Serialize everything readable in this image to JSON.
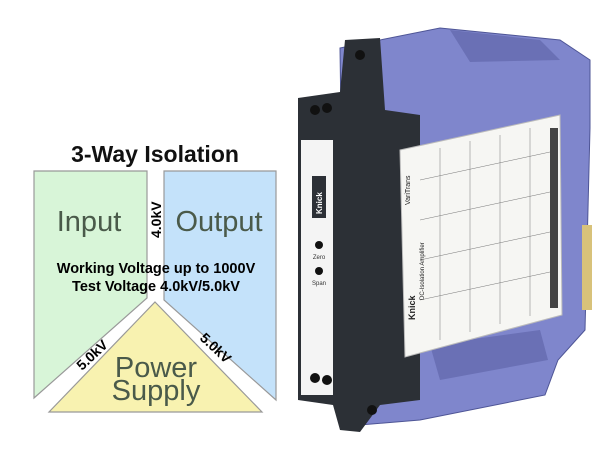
{
  "diagram": {
    "title": "3-Way Isolation",
    "blocks": {
      "input": {
        "label": "Input",
        "color": "#d8f5d8"
      },
      "output": {
        "label": "Output",
        "color": "#c4e2fa"
      },
      "power_supply": {
        "label_line1": "Power",
        "label_line2": "Supply",
        "color": "#f8f2b0"
      }
    },
    "isolation_labels": {
      "input_output": "4.0kV",
      "input_power": "5.0kV",
      "output_power": "5.0kV"
    },
    "specs": {
      "line1": "Working Voltage up to 1000V",
      "line2": "Test Voltage 4.0kV/5.0kV"
    }
  },
  "product": {
    "brand": "Knick",
    "series": "VariTrans",
    "type": "DC-Isolation Amplifier",
    "front_brand": "Knick",
    "zero_label": "Zero",
    "span_label": "Span",
    "housing_color": "#7f86cc",
    "front_color": "#2c3036"
  }
}
